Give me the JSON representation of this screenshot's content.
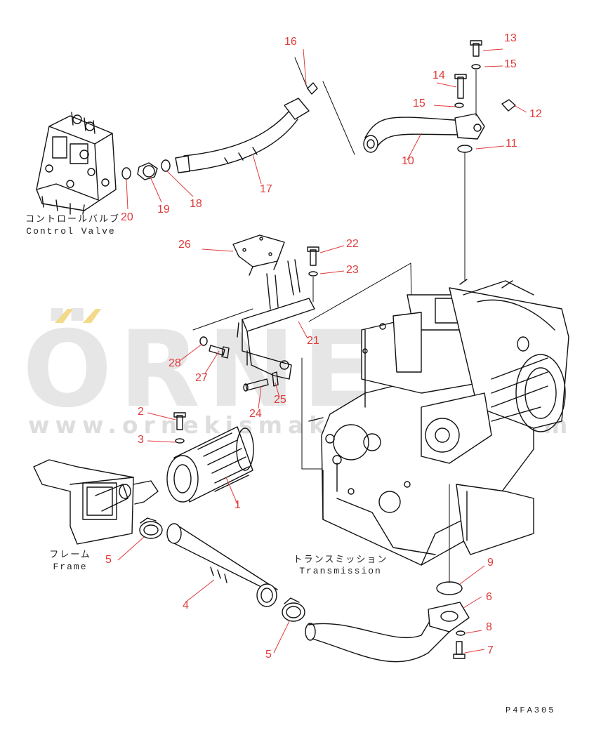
{
  "watermark": {
    "brand": "ÖRNEK",
    "url": "www.ornekismakinaparca.com"
  },
  "labels": {
    "control_valve_jp": "コントロールバルブ",
    "control_valve_en": "Control Valve",
    "frame_jp": "フレーム",
    "frame_en": "Frame",
    "transmission_jp": "トランスミッション",
    "transmission_en": "Transmission"
  },
  "drawing_code": "P4FA305",
  "callouts": [
    "1",
    "2",
    "3",
    "4",
    "5",
    "5",
    "6",
    "7",
    "8",
    "9",
    "10",
    "11",
    "12",
    "13",
    "14",
    "15",
    "15",
    "16",
    "17",
    "18",
    "19",
    "20",
    "21",
    "22",
    "23",
    "24",
    "25",
    "26",
    "27",
    "28"
  ]
}
